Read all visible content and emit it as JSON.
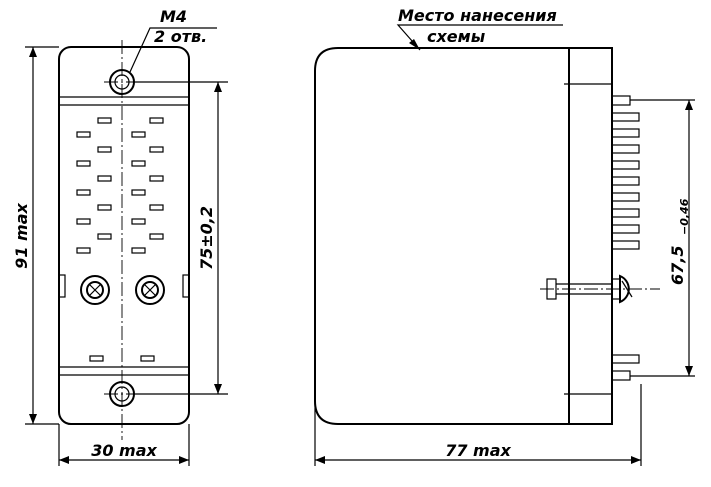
{
  "callout": {
    "thread": "M4",
    "count": "2 отв."
  },
  "note": {
    "line1": "Место нанесения",
    "line2": "схемы"
  },
  "dimensions": {
    "height": "91 max",
    "mount_spacing": "75±0,2",
    "width": "30 max",
    "depth": "77 max",
    "pin_span": "67,5",
    "pin_span_tol": "−0,46"
  }
}
